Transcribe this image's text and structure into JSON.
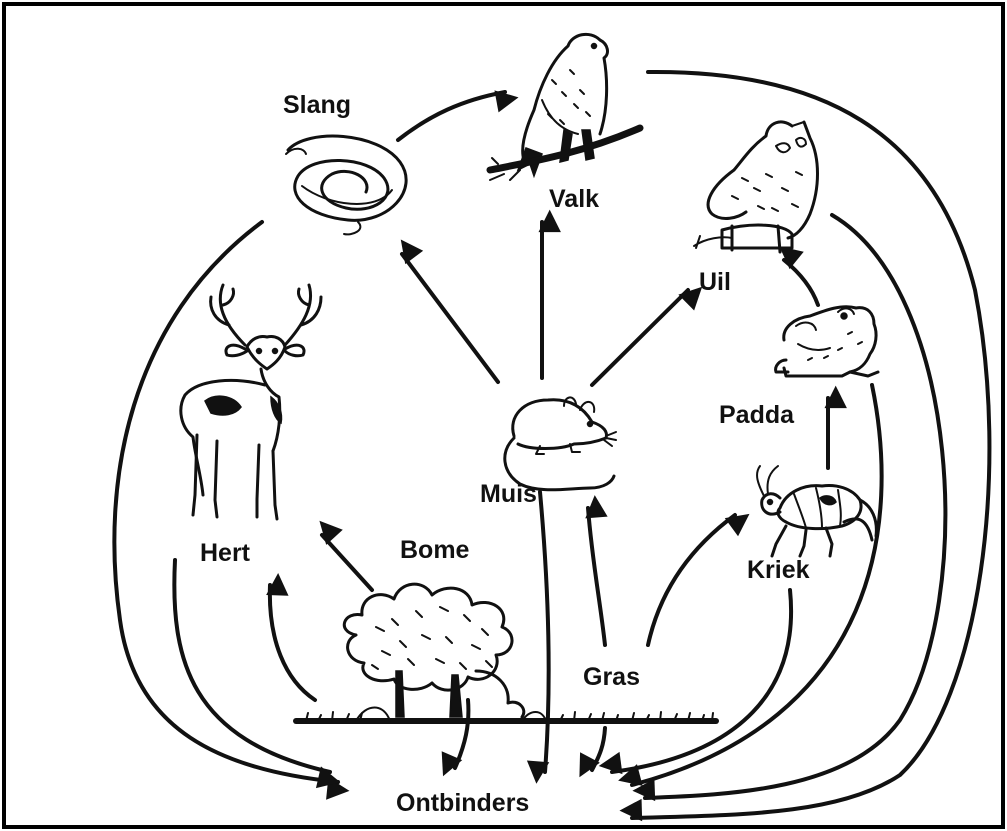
{
  "organisms": {
    "slang": "Slang",
    "valk": "Valk",
    "uil": "Uil",
    "hert": "Hert",
    "muis": "Muis",
    "padda": "Padda",
    "bome": "Bome",
    "kriek": "Kriek",
    "gras": "Gras",
    "ontbinders": "Ontbinders"
  },
  "icons": {
    "snake": "snake-icon",
    "hawk": "hawk-icon",
    "owl": "owl-icon",
    "deer": "deer-icon",
    "mouse": "mouse-icon",
    "frog": "frog-icon",
    "cricket": "cricket-icon",
    "trees": "trees-icon"
  },
  "colors": {
    "ink": "#111111",
    "background": "#ffffff",
    "frame": "#000000"
  }
}
